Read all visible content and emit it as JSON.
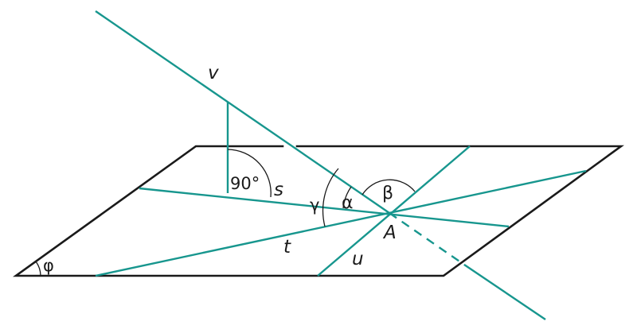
{
  "colors": {
    "line": "#17968e",
    "plane": "#1a1a1a",
    "background": "#ffffff"
  },
  "labels": {
    "v": "v",
    "s": "s",
    "t": "t",
    "u": "u",
    "A": "A",
    "alpha": "α",
    "beta": "β",
    "gamma": "γ",
    "phi": "φ",
    "right_angle": "90°"
  }
}
